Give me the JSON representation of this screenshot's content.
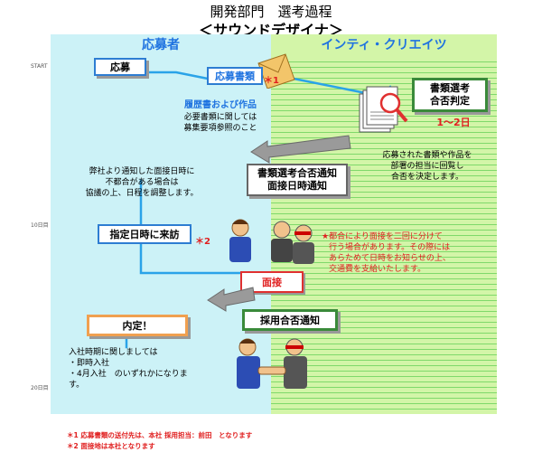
{
  "header": {
    "title_line1": "開発部門　選考過程",
    "title_line2": "＜サウンドデザイナ＞"
  },
  "lanes": {
    "applicant": "応募者",
    "company": "インティ・クリエイツ"
  },
  "timeline": {
    "start": "START",
    "day10": "10日目",
    "day20": "20日目"
  },
  "steps": {
    "apply": "応募",
    "application_docs": "応募書類",
    "note1_mark": "＊1",
    "resume_works": "履歴書および作品",
    "required_docs_line1": "必要書類に関しては",
    "required_docs_line2": "募集要項参照のこと",
    "screening_line1": "書類選考",
    "screening_line2": "合否判定",
    "screening_days": "1～2日",
    "review_line1": "応募された書類や作品を",
    "review_line2": "部署の担当に回覧し",
    "review_line3": "合否を決定します。",
    "schedule_line1": "弊社より通知した面接日時に",
    "schedule_line2": "不都合がある場合は",
    "schedule_line3": "協議の上、日程を調整します。",
    "result_notice_line1": "書類選考合否通知",
    "result_notice_line2": "面接日時通知",
    "visit": "指定日時に来訪",
    "note2_mark": "＊2",
    "interview_note_line1": "★都合により面接を二回に分けて",
    "interview_note_line2": "行う場合があります。その際には",
    "interview_note_line3": "あらためて日時をお知らせの上、",
    "interview_note_line4": "交通費を支給いたします。",
    "interview": "面接",
    "offer": "内定！",
    "hire_notice": "採用合否通知",
    "join_line1": "入社時期に関しましては",
    "join_line2": "・即時入社",
    "join_line3": "・4月入社　のいずれかになりま",
    "join_line4": "す。"
  },
  "footer": {
    "note1": "＊1 応募書類の送付先は、本社 採用担当：前田　となります",
    "note2": "＊2 面接地は本社となります"
  },
  "icons": {
    "envelope": "envelope-icon",
    "magnifier": "magnifier-document-icon",
    "arrow": "gray-arrow-icon",
    "person": "person-icon"
  },
  "colors": {
    "applicant_lane": "#ccf2f7",
    "company_lane": "#d3f5a8",
    "flow_line": "#2aa3e8",
    "accent_red": "#e02020",
    "lane_title": "#1f73e0"
  }
}
